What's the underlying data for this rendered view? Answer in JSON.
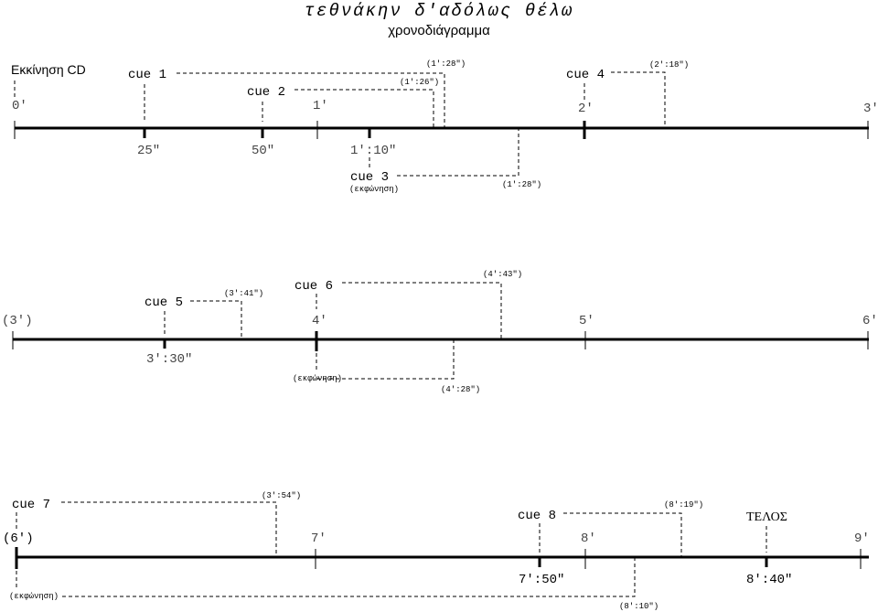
{
  "header": {
    "title": "τεθνάκην δ'αδόλως θέλω",
    "subtitle": "χρονοδιάγραμμα"
  },
  "row1": {
    "start_label": "Εκκίνηση CD",
    "ticks": [
      "0'",
      "1'",
      "2'",
      "3'"
    ],
    "cue1": {
      "label": "cue 1",
      "time_below": "25\"",
      "end_time": "(1':28\")"
    },
    "cue2": {
      "label": "cue 2",
      "time_below": "50\"",
      "end_time": "(1':26\")"
    },
    "cue3": {
      "label": "cue 3",
      "note": "(εκφώνηση)",
      "time_above": "1':10\"",
      "end_time": "(1':28\")"
    },
    "cue4": {
      "label": "cue 4",
      "end_time": "(2':18\")"
    }
  },
  "row2": {
    "ticks": [
      "(3')",
      "4'",
      "5'",
      "6'"
    ],
    "cue5": {
      "label": "cue 5",
      "time_below": "3':30\"",
      "end_time": "(3':41\")"
    },
    "cue6": {
      "label": "cue 6",
      "end_time": "(4':43\")",
      "note": "(εκφώνηση)",
      "note_end_time": "(4':28\")"
    }
  },
  "row3": {
    "ticks": [
      "(6')",
      "7'",
      "8'",
      "9'"
    ],
    "cue7": {
      "label": "cue 7",
      "end_time": "(3':54\")",
      "note": "(εκφώνηση)",
      "note_end_time": "(8':10\")"
    },
    "cue8": {
      "label": "cue 8",
      "time_below": "7':50\"",
      "end_time": "(8':19\")"
    },
    "end": {
      "label": "ΤΕΛΟΣ",
      "time_below": "8':40\""
    }
  }
}
